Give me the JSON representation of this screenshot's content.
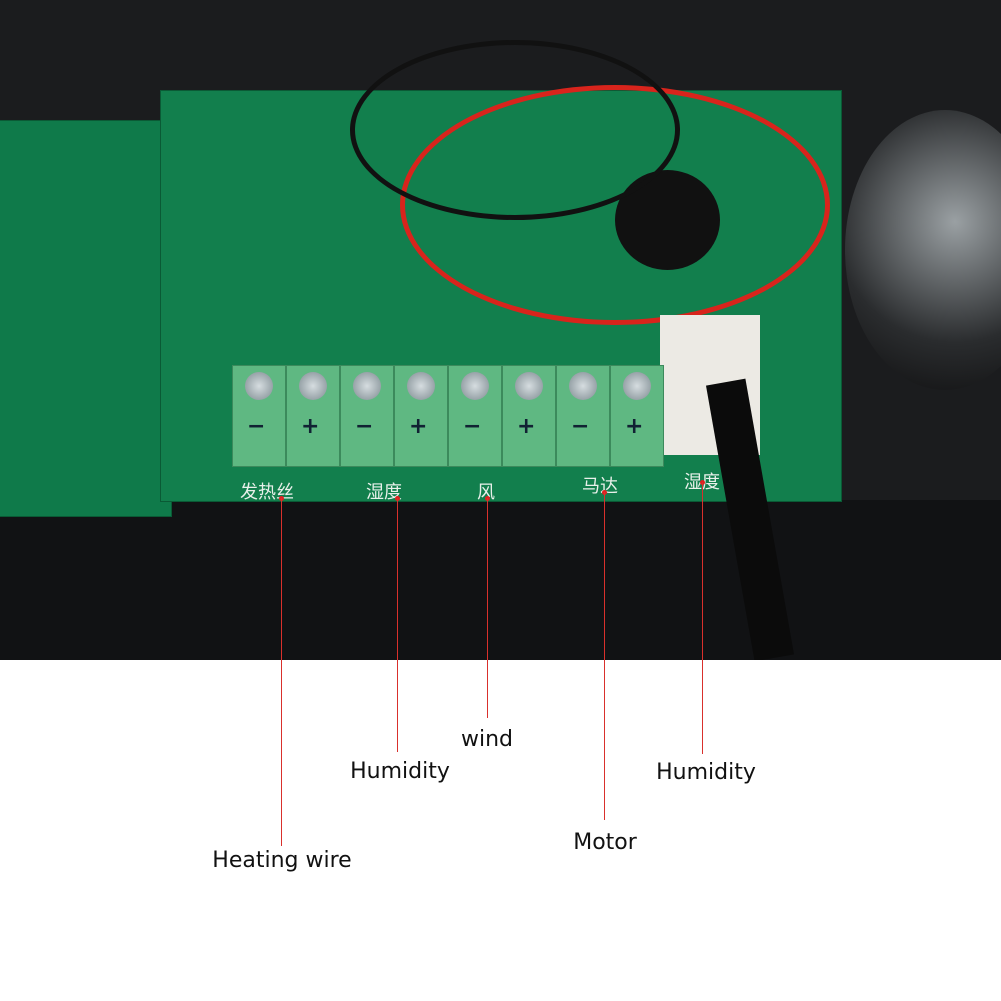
{
  "board_markings": {
    "heating_wire": "发热丝",
    "humidity_1": "湿度",
    "wind": "风",
    "motor": "马达",
    "humidity_2": "湿度"
  },
  "terminal_polarity": [
    "−",
    "+"
  ],
  "callouts": [
    {
      "label": "Heating wire"
    },
    {
      "label": "Humidity"
    },
    {
      "label": "wind"
    },
    {
      "label": "Motor"
    },
    {
      "label": "Humidity"
    }
  ],
  "colors": {
    "callout_line": "#d9302c",
    "pcb": "#0f7a4a",
    "terminal": "#5fb882"
  }
}
